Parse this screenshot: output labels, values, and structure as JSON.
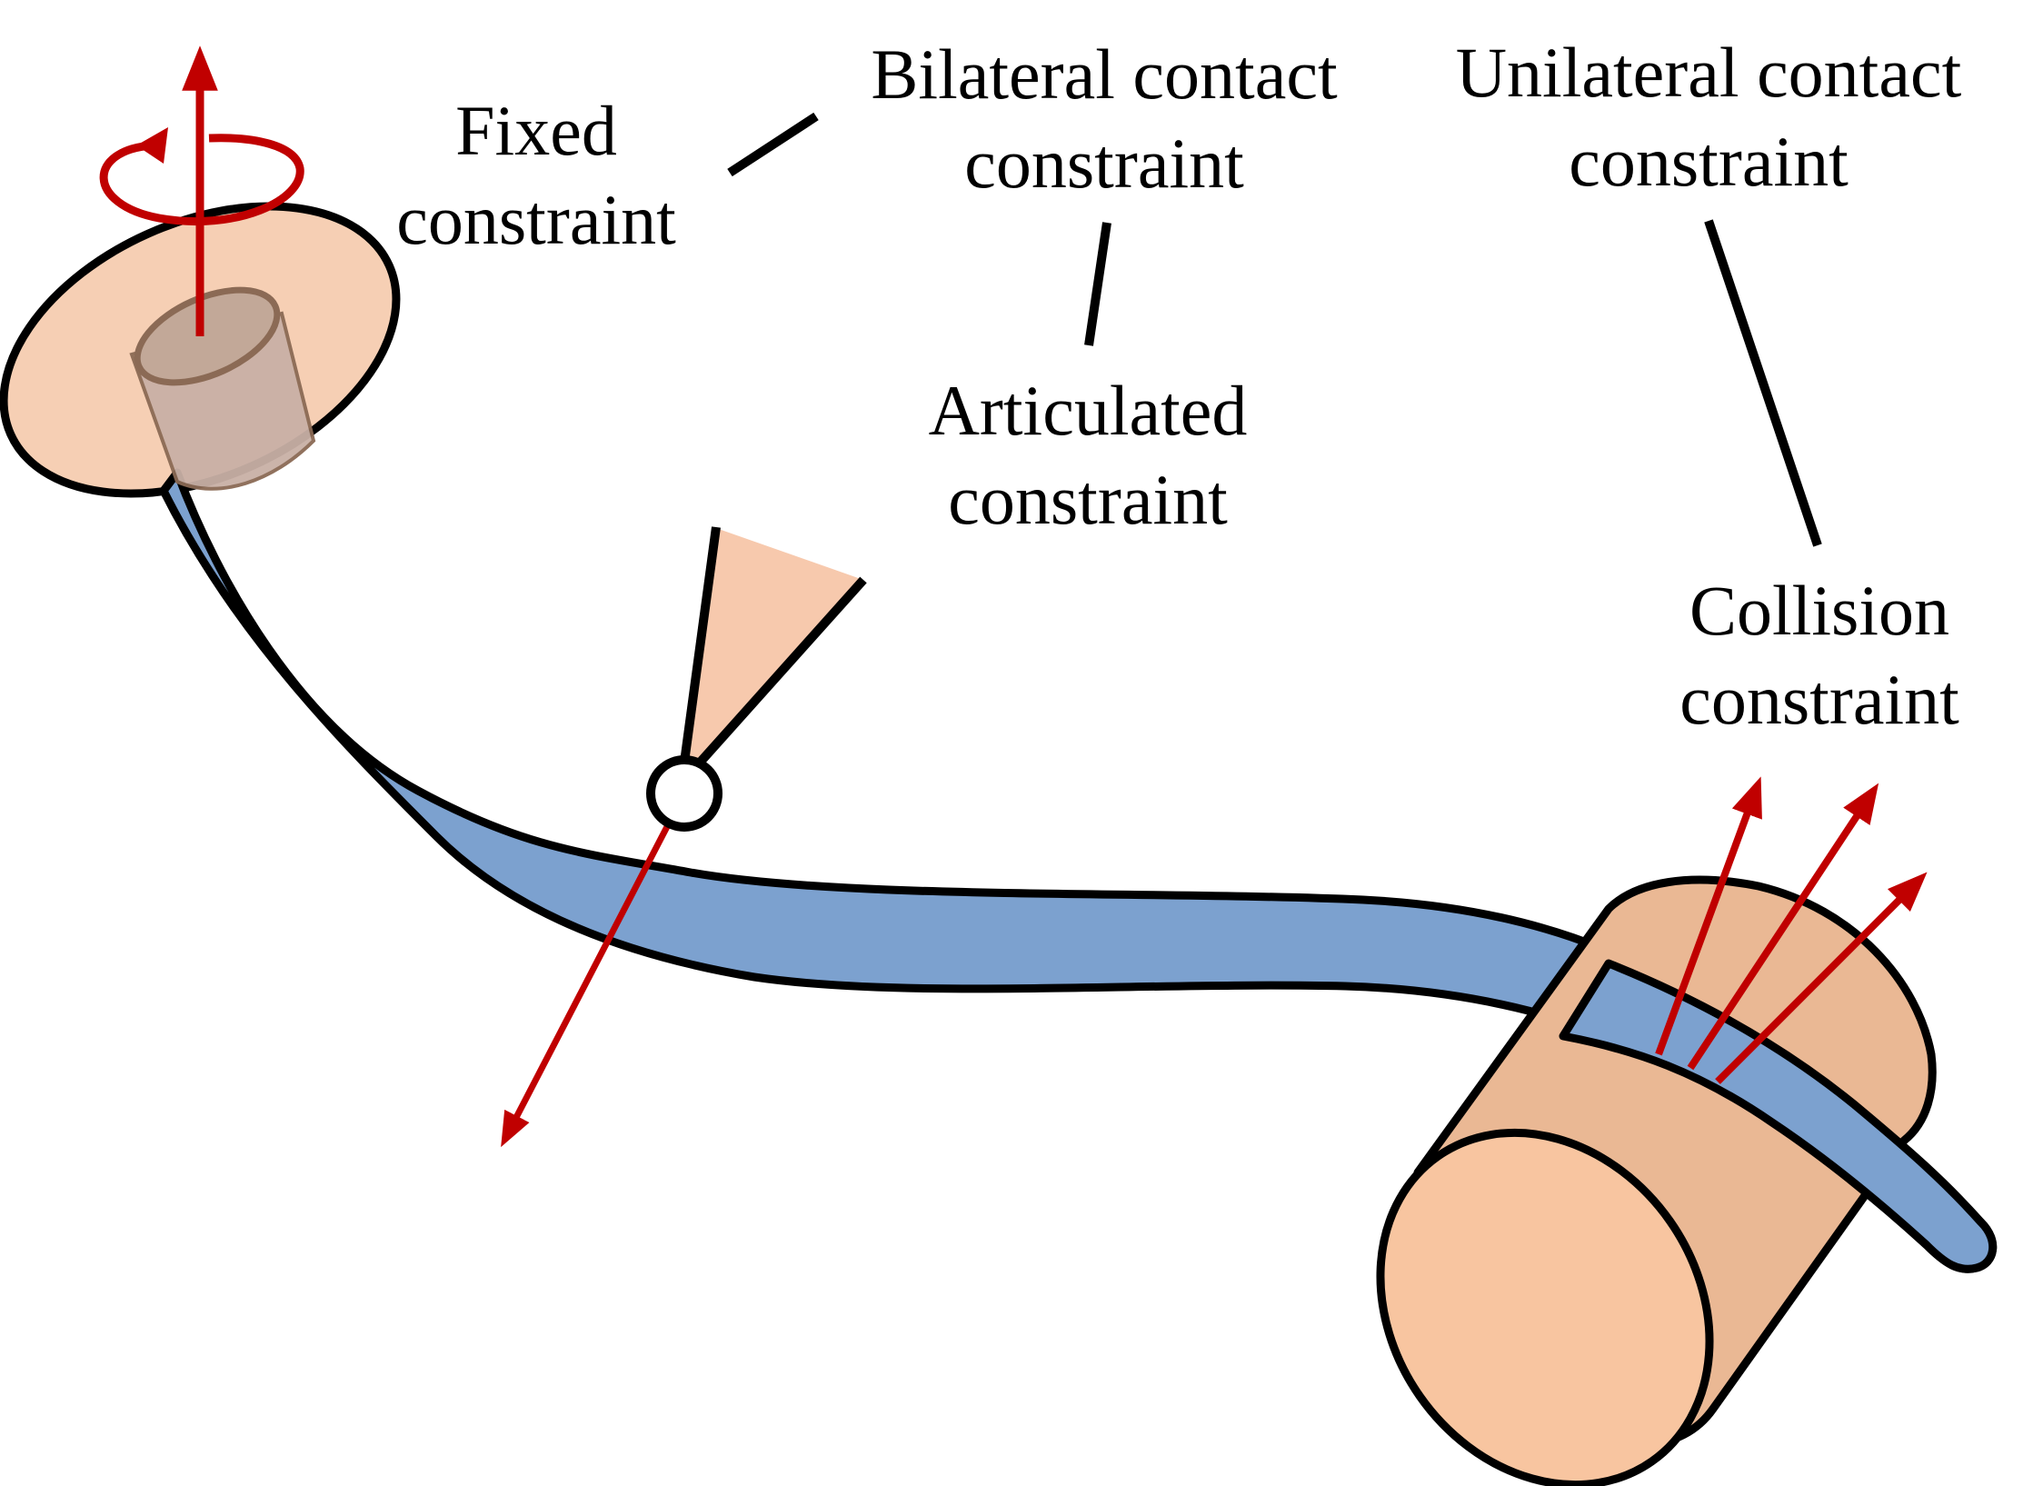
{
  "labels": {
    "fixed": [
      "Fixed",
      "constraint"
    ],
    "bilateral": [
      "Bilateral contact",
      "constraint"
    ],
    "articulated": [
      "Articulated",
      "constraint"
    ],
    "unilateral": [
      "Unilateral contact",
      "constraint"
    ],
    "collision": [
      "Collision",
      "constraint"
    ]
  },
  "colors": {
    "rod_fill": "#7ca1cf",
    "outline": "#000000",
    "fixed_disc": "#f6cfb4",
    "insert_fill": "#c9b0a6",
    "insert_stroke": "#8b6a55",
    "cylinder_side": "#eab894",
    "cylinder_cap": "#f8c5a0",
    "wedge_fill": "#f7c9ad",
    "arrow": "#c00000",
    "background": "#ffffff"
  }
}
